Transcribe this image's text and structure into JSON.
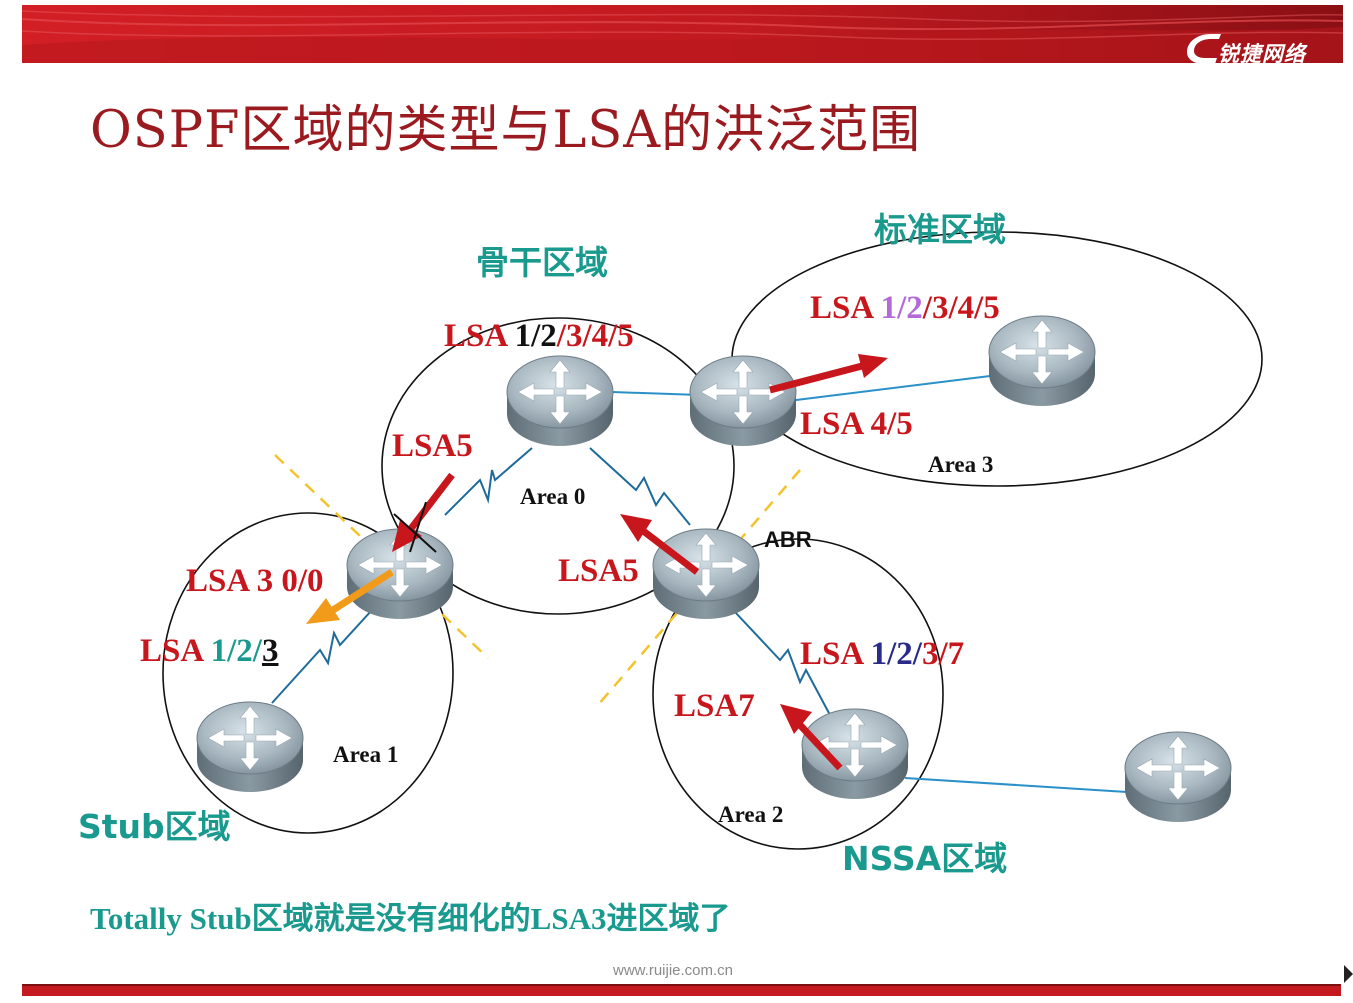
{
  "header": {
    "logo_text": "锐捷网络",
    "title": "OSPF区域的类型与LSA的洪泛范围"
  },
  "zones": {
    "backbone": "骨干区域",
    "standard": "标准区域",
    "stub": "Stub区域",
    "nssa": "NSSA区域"
  },
  "areas": {
    "area0": "Area  0",
    "area1": "Area  1",
    "area2": "Area  2",
    "area3": "Area 3"
  },
  "abr_label": "ABR",
  "lsa_labels": {
    "backbone_prefix": "LSA ",
    "backbone_1": "1",
    "backbone_slash1": "/",
    "backbone_2": "2",
    "backbone_rest": "/3/4/5",
    "area3_prefix": "LSA ",
    "area3_12": "1/2",
    "area3_rest": "/3/4/5",
    "area3_45": "LSA 4/5",
    "lsa5_left": "LSA5",
    "lsa5_center": "LSA5",
    "stub_lsa3": "LSA 3 0/0",
    "stub_prefix": "LSA ",
    "stub_12": "1/2/",
    "stub_3": "3",
    "nssa_prefix": "LSA ",
    "nssa_12": "1/2/",
    "nssa_37": "3/7",
    "lsa7": "LSA7"
  },
  "note": "Totally Stub区域就是没有细化的LSA3进区域了",
  "footer": {
    "url": "www.ruijie.com.cn"
  },
  "colors": {
    "accent_red": "#c8161d",
    "teal": "#1a9a8f",
    "link_blue": "#2a90c8",
    "orange_arrow": "#f29b1a",
    "dashed_yellow": "#f4c22a"
  },
  "icons": {
    "router": "router-icon",
    "logo": "ruijie-logo-icon"
  }
}
